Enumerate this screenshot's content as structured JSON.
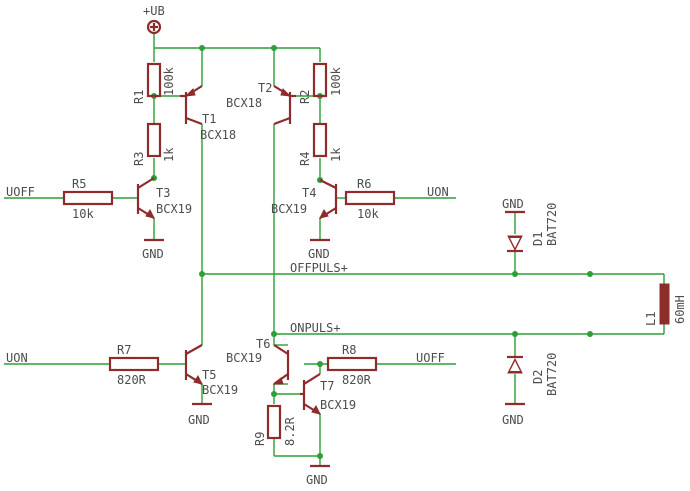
{
  "supply": {
    "name": "+UB"
  },
  "resistors": {
    "r1": {
      "name": "R1",
      "value": "100k"
    },
    "r2": {
      "name": "R2",
      "value": "100k"
    },
    "r3": {
      "name": "R3",
      "value": "1k"
    },
    "r4": {
      "name": "R4",
      "value": "1k"
    },
    "r5": {
      "name": "R5",
      "value": "10k"
    },
    "r6": {
      "name": "R6",
      "value": "10k"
    },
    "r7": {
      "name": "R7",
      "value": "820R"
    },
    "r8": {
      "name": "R8",
      "value": "820R"
    },
    "r9": {
      "name": "R9",
      "value": "8.2R"
    }
  },
  "transistors": {
    "t1": {
      "name": "T1",
      "type": "BCX18"
    },
    "t2": {
      "name": "T2",
      "type": "BCX18"
    },
    "t3": {
      "name": "T3",
      "type": "BCX19"
    },
    "t4": {
      "name": "T4",
      "type": "BCX19"
    },
    "t5": {
      "name": "T5",
      "type": "BCX19"
    },
    "t6": {
      "name": "T6",
      "type": "BCX19"
    },
    "t7": {
      "name": "T7",
      "type": "BCX19"
    }
  },
  "diodes": {
    "d1": {
      "name": "D1",
      "type": "BAT720"
    },
    "d2": {
      "name": "D2",
      "type": "BAT720"
    }
  },
  "inductor": {
    "name": "L1",
    "value": "60mH"
  },
  "nets": {
    "uoff_left": "UOFF",
    "uon_right": "UON",
    "uon_left": "UON",
    "uoff_right": "UOFF",
    "offpuls": "OFFPULS+",
    "onpuls": "ONPULS+"
  },
  "ground": {
    "t3": "GND",
    "t4": "GND",
    "d1": "GND",
    "t5": "GND",
    "t7": "GND",
    "d2": "GND"
  },
  "colors": {
    "wire": "#2e9e36",
    "component": "#8e2b2b",
    "text": "#4d4d4d"
  }
}
